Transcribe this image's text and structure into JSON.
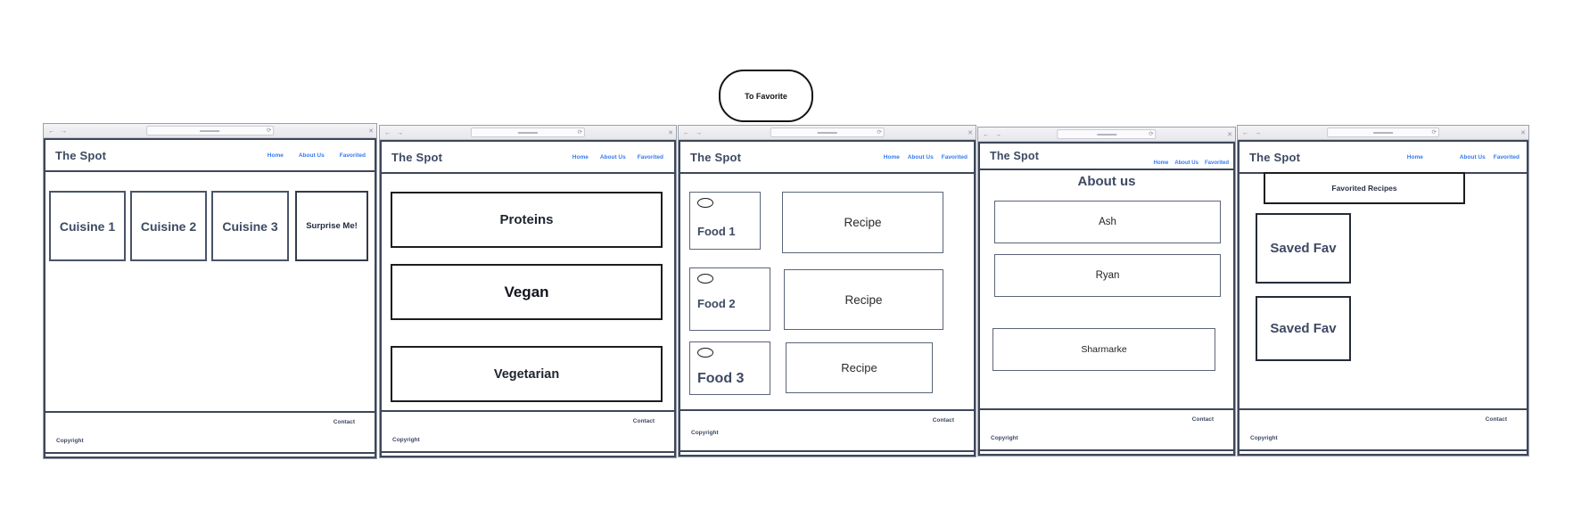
{
  "flow_bubble": {
    "label": "To Favorite"
  },
  "chrome": {
    "back": "←",
    "forward": "→",
    "refresh": "⟳",
    "close": "✕"
  },
  "brand": "The Spot",
  "nav": {
    "home": "Home",
    "about_us": "About Us",
    "favorited": "Favorited"
  },
  "footer": {
    "contact": "Contact",
    "copyright": "Copyright"
  },
  "pages": {
    "home": {
      "cuisine1": "Cuisine 1",
      "cuisine2": "Cuisine 2",
      "cuisine3": "Cuisine 3",
      "surprise": "Surprise Me!"
    },
    "categories": {
      "proteins": "Proteins",
      "vegan": "Vegan",
      "vegetarian": "Vegetarian"
    },
    "foods": {
      "food1": "Food 1",
      "food2": "Food 2",
      "food3": "Food 3",
      "recipe": "Recipe"
    },
    "about": {
      "heading": "About us",
      "person1": "Ash",
      "person2": "Ryan",
      "person3": "Sharmarke"
    },
    "favorites": {
      "heading": "Favorited Recipes",
      "saved": "Saved Fav"
    }
  },
  "colors": {
    "link_blue": "#3579f2",
    "slate": "#3d4a63",
    "box_border": "#49536a",
    "dark_border": "#1d1d1d"
  }
}
